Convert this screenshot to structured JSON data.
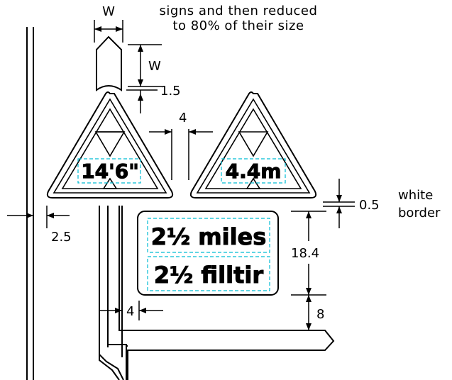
{
  "note": {
    "line1": "signs and then reduced",
    "line2": "to 80% of their size"
  },
  "dimensions": {
    "w_top": "W",
    "w_side": "W",
    "gap_1_5": "1.5",
    "gap_4_signs": "4",
    "gap_2_5": "2.5",
    "gap_4_post": "4",
    "border_0_5": "0.5",
    "plate_18_4": "18.4",
    "gap_8": "8"
  },
  "labels": {
    "white": "white",
    "border": "border"
  },
  "signs": {
    "left_triangle_text": "14'6\"",
    "right_triangle_text": "4.4m",
    "plate_line1": "2½ miles",
    "plate_line2": "2½ filltir"
  },
  "colors": {
    "line": "#000000",
    "construction": "#00bcd4",
    "background": "#ffffff"
  }
}
